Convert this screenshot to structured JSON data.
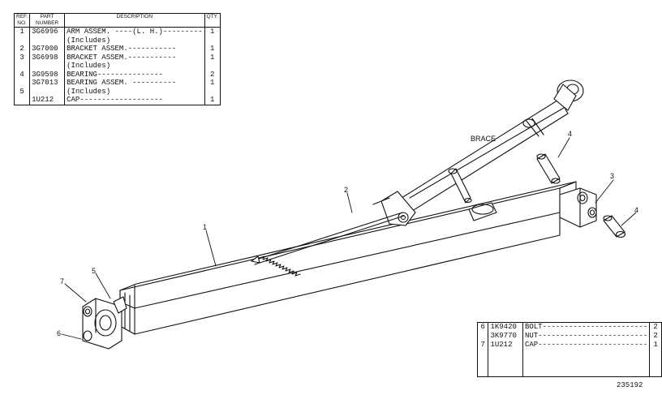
{
  "parts_table": {
    "headers": {
      "ref": "REF. NO.",
      "part": "PART NUMBER",
      "desc": "DESCRIPTION",
      "qty": "QTY."
    },
    "rows": [
      {
        "ref": "1",
        "part": "3G6996",
        "desc": "ARM ASSEM. ----(L. H.)---------",
        "qty": "1"
      },
      {
        "ref": "",
        "part": "",
        "desc": "    (Includes)",
        "qty": ""
      },
      {
        "ref": "2",
        "part": "3G7000",
        "desc": "  BRACKET ASSEM.-----------",
        "qty": "1"
      },
      {
        "ref": "3",
        "part": "3G6998",
        "desc": "  BRACKET ASSEM.-----------",
        "qty": "1"
      },
      {
        "ref": "",
        "part": "",
        "desc": "      (Includes)",
        "qty": ""
      },
      {
        "ref": "4",
        "part": "3G9598",
        "desc": "      BEARING---------------",
        "qty": "2"
      },
      {
        "ref": "",
        "part": "3G7013",
        "desc": "  BEARING ASSEM. ----------",
        "qty": "1"
      },
      {
        "ref": "5",
        "part": "",
        "desc": "      (Includes)",
        "qty": ""
      },
      {
        "ref": "",
        "part": "1U212",
        "desc": "      CAP-------------------",
        "qty": "1"
      }
    ]
  },
  "hardware_table": {
    "rows": [
      {
        "ref": "6",
        "part": "1K9420",
        "desc": "BOLT------------------------",
        "qty": "2"
      },
      {
        "ref": "",
        "part": "3K9770",
        "desc": "NUT-------------------------",
        "qty": "2"
      },
      {
        "ref": "7",
        "part": "1U212",
        "desc": "CAP-------------------------",
        "qty": "1"
      }
    ]
  },
  "diagram": {
    "brace_label": "BRACE",
    "callouts": [
      "1",
      "2",
      "3",
      "4",
      "4",
      "5",
      "6",
      "7"
    ]
  },
  "figure_number": "235192"
}
